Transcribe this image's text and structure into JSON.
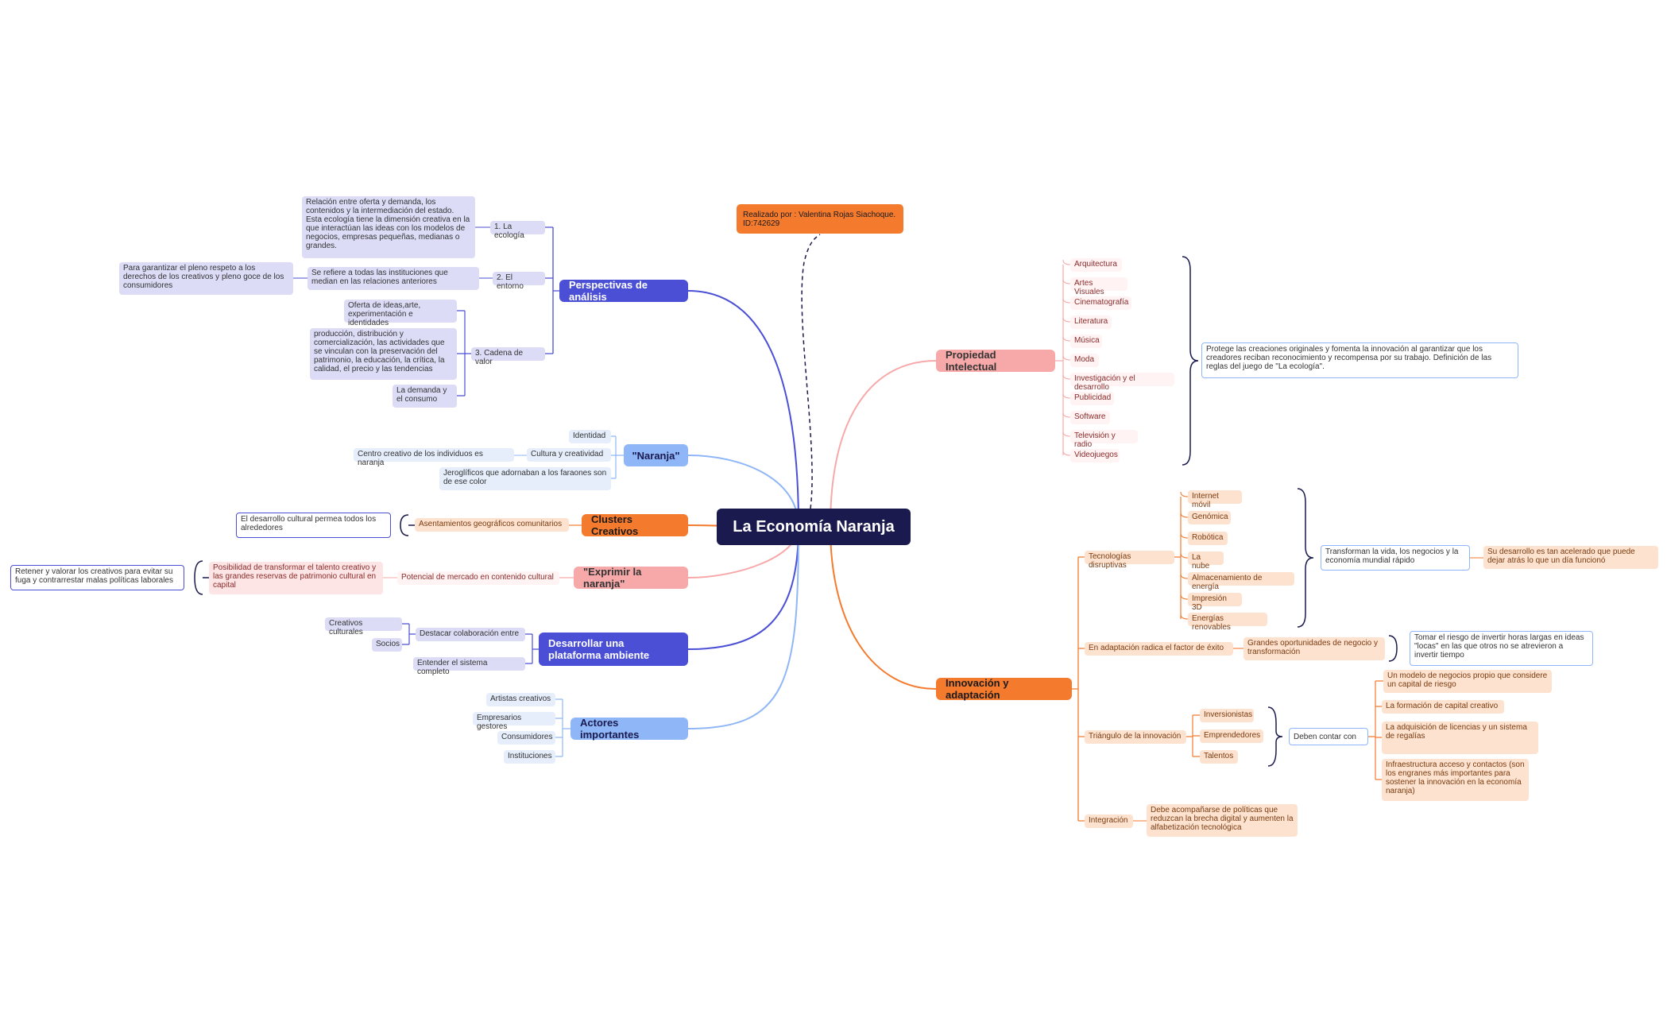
{
  "root": "La Economía Naranja",
  "credit": "Realizado por : Valentina Rojas Siachoque. ID:742629",
  "colors": {
    "root": "#1a1a4e",
    "blue": "#4a4fd6",
    "light_blue": "#8fb6f7",
    "orange": "#f47a2e",
    "pink": "#f7a9a9"
  },
  "perspectivas": {
    "title": "Perspectivas de análisis",
    "ecologia": "1. La ecología",
    "ecologia_desc": "Relación entre oferta y demanda, los contenidos y la intermediación del estado. Esta ecología tiene la dimensión creativa en la que interactúan las ideas con los modelos de negocios, empresas pequeñas, medianas o grandes.",
    "entorno": "2. El entorno",
    "entorno_desc": "Se refiere a todas las instituciones que median en las relaciones anteriores",
    "entorno_extra": "Para garantizar el pleno respeto a los derechos de los creativos y pleno goce de los consumidores",
    "cadena": "3. Cadena de valor",
    "cadena_items": [
      "Oferta de ideas,arte, experimentación e identidades",
      "producción, distribución y comercialización, las actividades que se vinculan con la preservación del patrimonio, la educación, la crítica, la calidad, el precio y las tendencias",
      "La demanda y el consumo"
    ]
  },
  "naranja": {
    "title": "\"Naranja\"",
    "identidad": "Identidad",
    "cultura": "Cultura y creatividad",
    "centro": "Centro creativo de los individuos es naranja",
    "jeroglificos": "Jeroglíficos que adornaban a los faraones son de ese color"
  },
  "clusters": {
    "title": "Clusters Creativos",
    "asentamientos": "Asentamientos geográficos comunitarios",
    "desarrollo": "El desarrollo cultural permea todos los alrededores"
  },
  "exprimir": {
    "title": "\"Exprimir la naranja\"",
    "potencial": "Potencial de mercado en contenido cultural",
    "posibilidad": "Posibilidad de transformar el talento creativo y las grandes reservas de patrimonio cultural en capital",
    "retener": "Retener y valorar los creativos para evitar su fuga y contrarrestar malas políticas laborales"
  },
  "plataforma": {
    "title": "Desarrollar una plataforma ambiente",
    "destacar": "Destacar colaboración entre",
    "creativos": "Creativos culturales",
    "socios": "Socios",
    "entender": "Entender el sistema completo"
  },
  "actores": {
    "title": "Actores importantes",
    "items": [
      "Artistas creativos",
      "Empresarios gestores",
      "Consumidores",
      "Instituciones"
    ]
  },
  "propiedad": {
    "title": "Propiedad Intelectual",
    "items": [
      "Arquitectura",
      "Artes Visuales",
      "Cinematografía",
      "Literatura",
      "Música",
      "Moda",
      "Investigación y el desarrollo",
      "Publicidad",
      "Software",
      "Televisión y radio",
      "Videojuegos"
    ],
    "desc": "Protege las creaciones originales y fomenta la innovación al garantizar que los creadores reciban reconocimiento y recompensa por su trabajo. Definición de las reglas del juego de \"La ecología\"."
  },
  "innovacion": {
    "title": "Innovación y adaptación",
    "tecnologias": "Tecnologías disruptivas",
    "tec_items": [
      "Internet móvil",
      "Genómica",
      "Robótica",
      "La nube",
      "Almacenamiento de energía",
      "Impresión 3D",
      "Energías renovables"
    ],
    "transforman": "Transforman la vida, los negocios y la economía mundial rápido",
    "su_desarrollo": "Su desarrollo es tan acelerado que puede dejar atrás lo que un día funcionó",
    "adaptacion": "En adaptación radica el factor de éxito",
    "grandes": "Grandes oportunidades de negocio y transformación",
    "tomar": "Tomar el riesgo de invertir horas largas en ideas \"locas\" en las que otros no se atrevieron a invertir tiempo",
    "triangulo": "Triángulo de la innovación",
    "tri_items": [
      "Inversionistas",
      "Emprendedores",
      "Talentos"
    ],
    "deben": "Deben contar con",
    "deben_items": [
      "Un modelo de negocios propio que considere un capital de riesgo",
      "La formación de capital creativo",
      "La adquisición de licencias y un sistema de regalías",
      "Infraestructura acceso y contactos (son los engranes más importantes para sostener la innovación en la economía naranja)"
    ],
    "integracion": "Integración",
    "integracion_desc": "Debe acompañarse de políticas que reduzcan la brecha digital y aumenten la alfabetización tecnológica"
  }
}
